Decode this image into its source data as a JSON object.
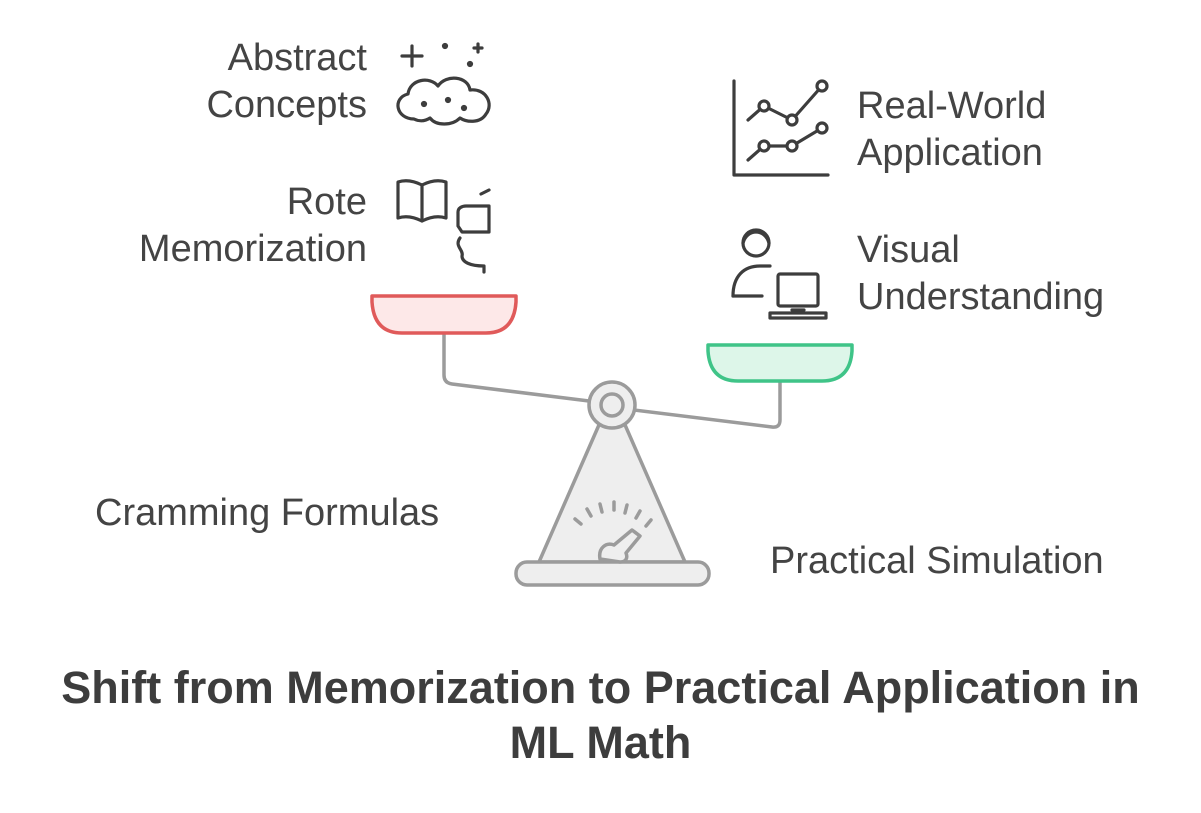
{
  "labels": {
    "abstract_concepts": [
      "Abstract",
      "Concepts"
    ],
    "rote_memorization": [
      "Rote",
      "Memorization"
    ],
    "real_world_application": [
      "Real-World",
      "Application"
    ],
    "visual_understanding": [
      "Visual",
      "Understanding"
    ],
    "cramming_formulas": "Cramming Formulas",
    "practical_simulation": "Practical Simulation"
  },
  "title": [
    "Shift from Memorization to Practical Application in",
    "ML Math"
  ],
  "icons": {
    "abstract_concepts": "cloud-sparkle-icon",
    "rote_memorization": "book-head-icon",
    "real_world_application": "line-chart-icon",
    "visual_understanding": "person-laptop-icon",
    "scale_gauge": "gauge-icon"
  },
  "colors": {
    "left_pan_fill": "#fde8e8",
    "left_pan_stroke": "#e05a5a",
    "right_pan_fill": "#ddf6e9",
    "right_pan_stroke": "#3fc488",
    "scale_stroke": "#9b9b9b",
    "scale_fill": "#eeeeee",
    "icon_stroke": "#3d3d3d"
  }
}
